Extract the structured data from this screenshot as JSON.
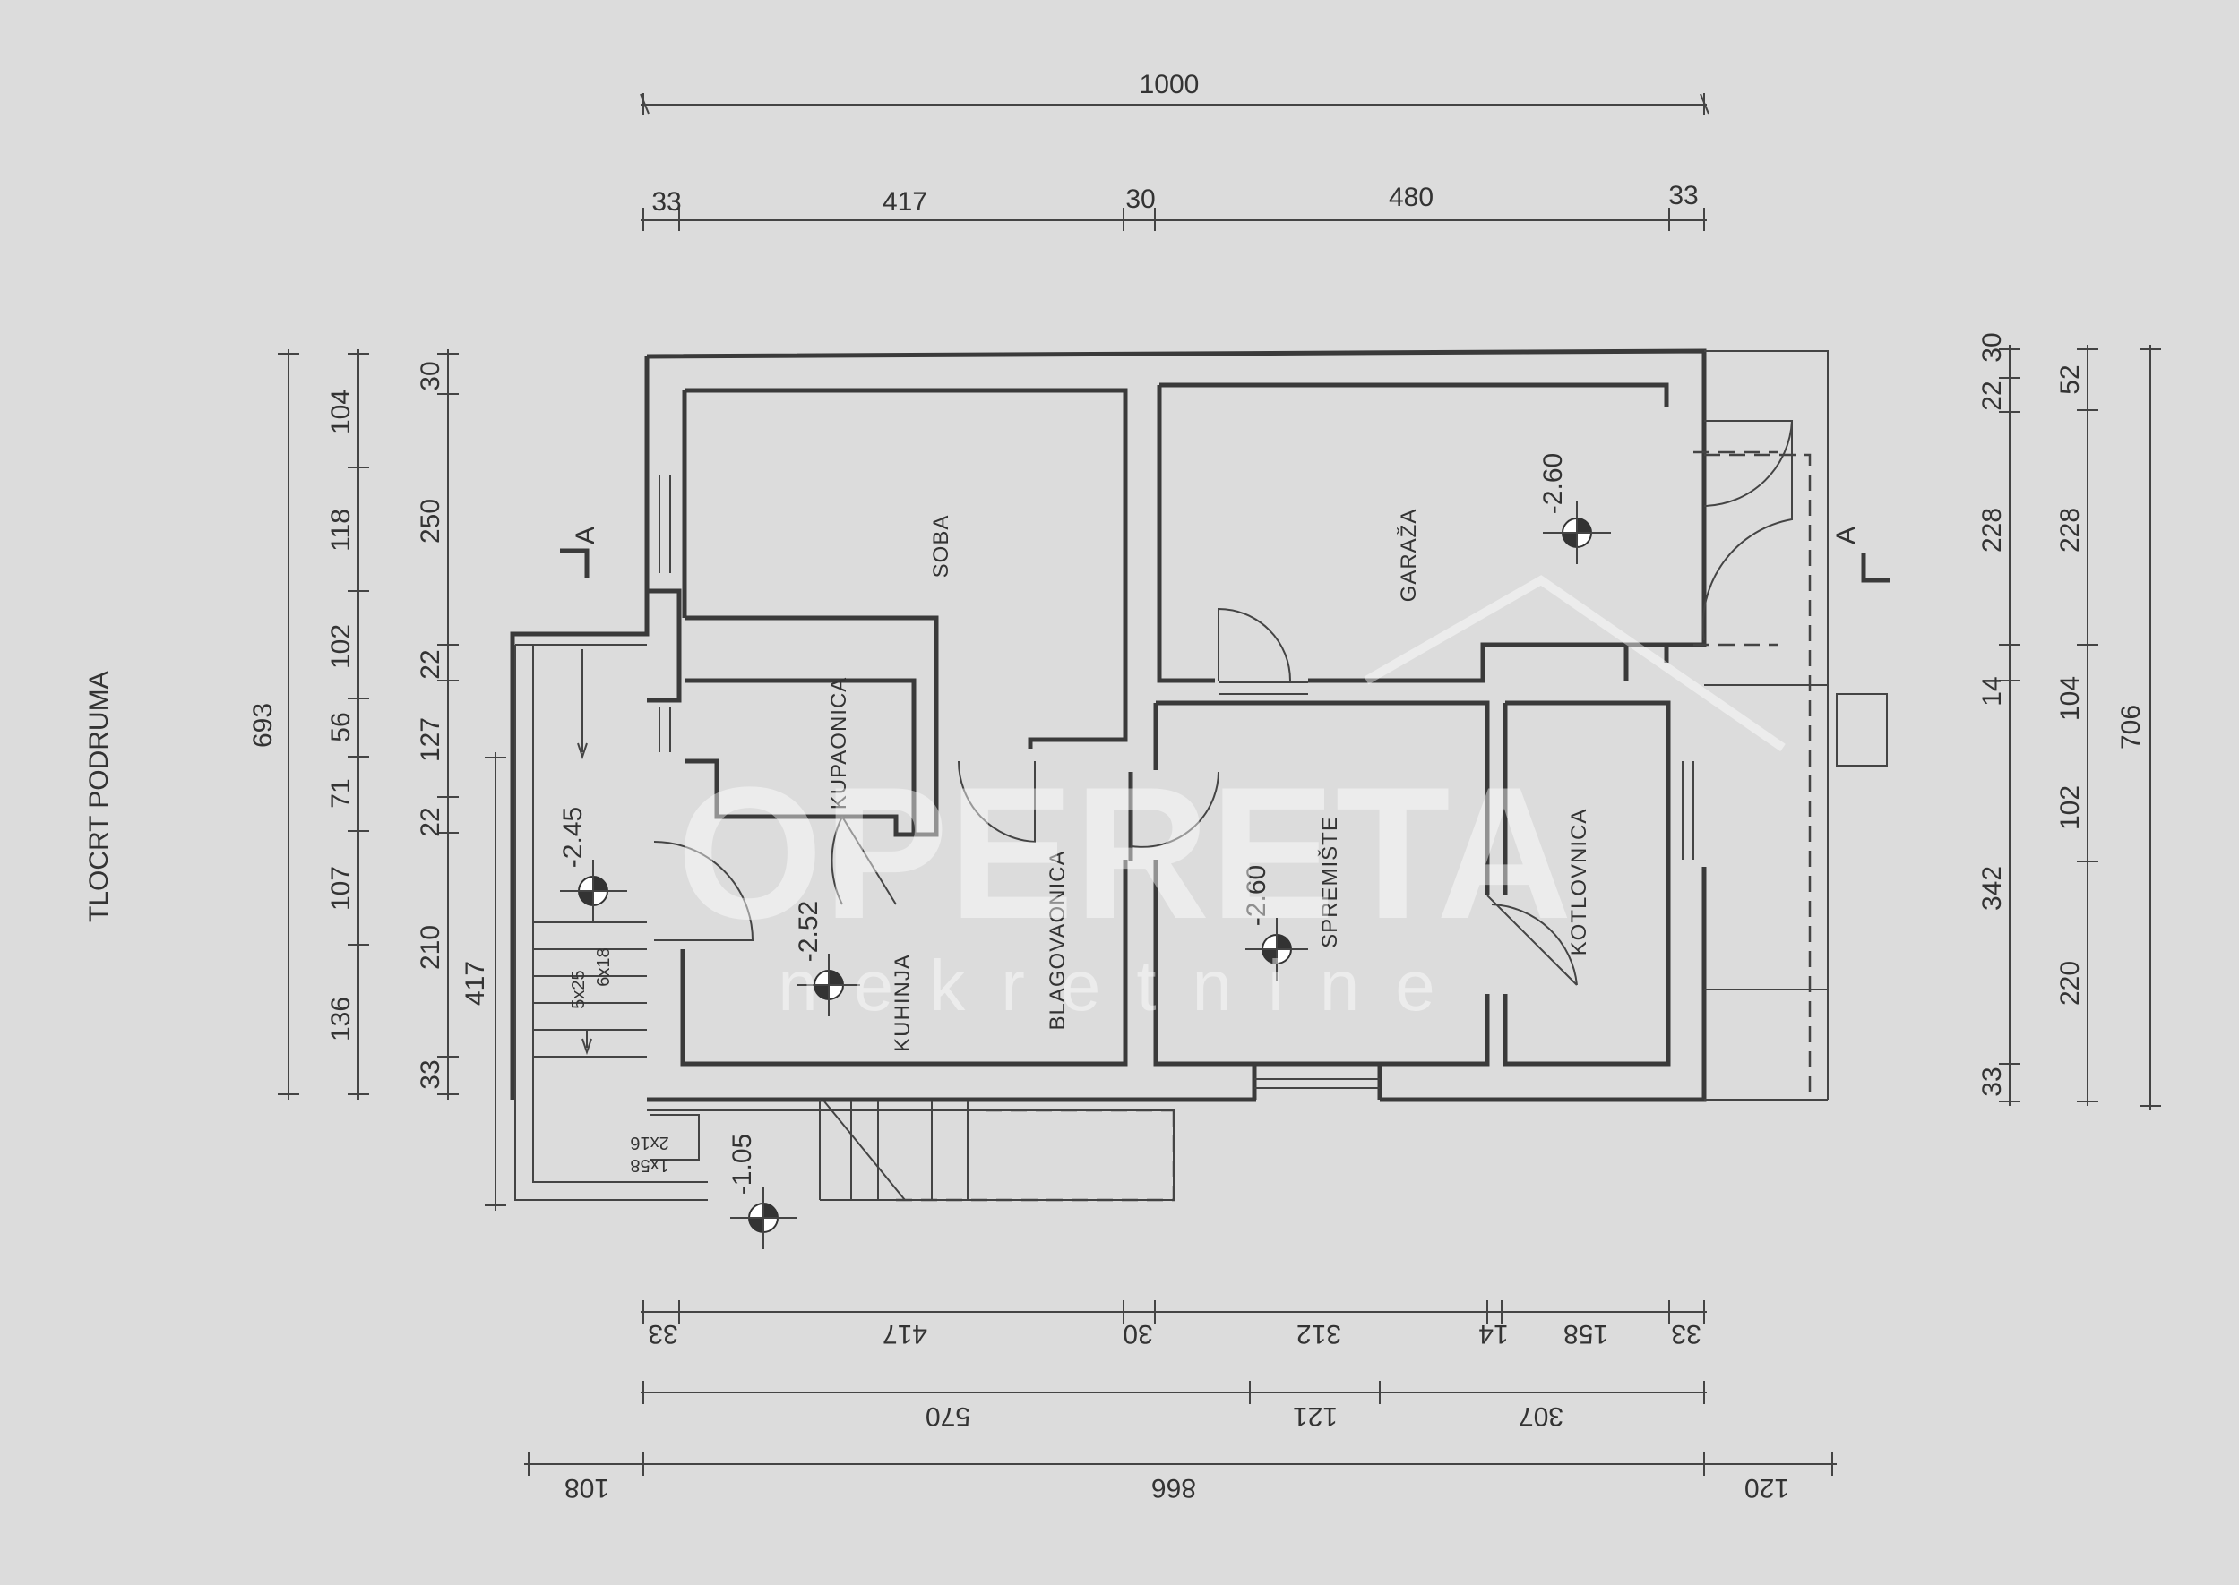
{
  "title": "TLOCRT PODRUMA",
  "rooms": {
    "soba": "SOBA",
    "garaza": "GARAŽA",
    "kupaonica": "KUPAONICA",
    "kuhinja": "KUHINJA",
    "blagovaonica": "BLAGOVAONICA",
    "spremiste": "SPREMIŠTE",
    "kotlovnica": "KOTLOVNICA"
  },
  "levels": {
    "garaza": "-2.60",
    "spremiste": "-2.60",
    "kuhinja": "-2.52",
    "stair": "-2.45",
    "entry": "-1.05"
  },
  "section_marks": {
    "left": "A",
    "right": "A"
  },
  "stair_notes": {
    "s1": "5x25",
    "s2": "6x18",
    "s3": "2x16",
    "s4": "1x58"
  },
  "dims": {
    "top_total": "1000",
    "top": [
      "33",
      "417",
      "30",
      "480",
      "33"
    ],
    "left_total": "693",
    "left_a": [
      "104",
      "118",
      "102",
      "56",
      "71",
      "107",
      "136"
    ],
    "left_b": [
      "30",
      "250",
      "22",
      "127",
      "22",
      "210",
      "33"
    ],
    "left_stair": "417",
    "right_a": [
      "22",
      "228",
      "14",
      "342",
      "33"
    ],
    "right_a_top": "30",
    "right_b": [
      "52",
      "228",
      "104",
      "102",
      "220"
    ],
    "right_total": "706",
    "bottom1": [
      "33",
      "417",
      "30",
      "312",
      "14",
      "158",
      "33"
    ],
    "bottom2": [
      "570",
      "121",
      "307"
    ],
    "bottom3": [
      "108",
      "866",
      "120"
    ]
  },
  "watermark": {
    "brand": "OPERETA",
    "sub": "nekretnine"
  }
}
